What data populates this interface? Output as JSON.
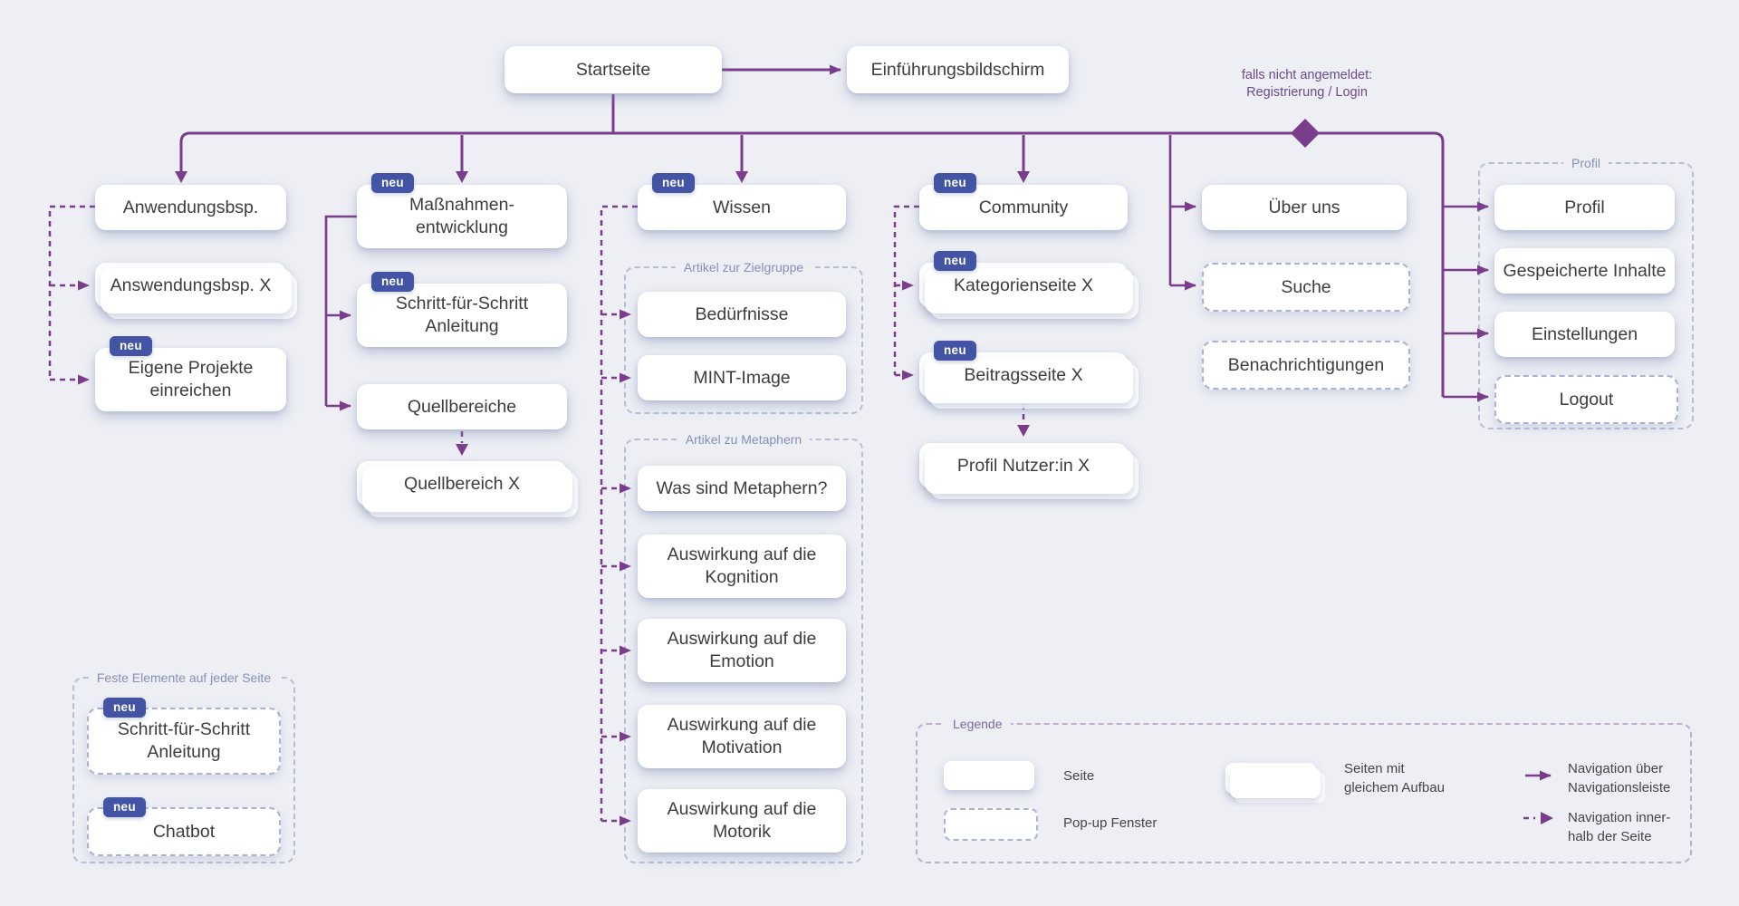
{
  "badge": "neu",
  "annotation": "falls nicht angemeldet:\nRegistrierung / Login",
  "nodes": {
    "startseite": "Startseite",
    "einfuehrungsbildschirm": "Einführungsbildschirm",
    "anwendungsbsp": "Anwendungsbsp.",
    "answendungsbsp_x": "Answendungsbsp. X",
    "eigene_projekte": "Eigene Projekte\neinreichen",
    "massnahmenentwicklung": "Maßnahmen-\nentwicklung",
    "schritt_fuer_schritt": "Schritt-für-Schritt\nAnleitung",
    "quellbereiche": "Quellbereiche",
    "quellbereich_x": "Quellbereich X",
    "wissen": "Wissen",
    "beduerfnisse": "Bedürfnisse",
    "mint_image": "MINT-Image",
    "was_sind_metaphern": "Was sind Metaphern?",
    "kognition": "Auswirkung auf die\nKognition",
    "emotion": "Auswirkung auf die\nEmotion",
    "motivation": "Auswirkung auf die\nMotivation",
    "motorik": "Auswirkung auf die\nMotorik",
    "community": "Community",
    "kategorienseite_x": "Kategorienseite X",
    "beitragsseite_x": "Beitragsseite X",
    "profil_nutzer_x": "Profil Nutzer:in X",
    "ueber_uns": "Über uns",
    "suche": "Suche",
    "benachrichtigungen": "Benachrichtigungen",
    "profil": "Profil",
    "gespeicherte_inhalte": "Gespeicherte Inhalte",
    "einstellungen": "Einstellungen",
    "logout": "Logout",
    "schritt_fuer_schritt_fest": "Schritt-für-Schritt\nAnleitung",
    "chatbot": "Chatbot"
  },
  "groups": {
    "zielgruppe": "Artikel zur Zielgruppe",
    "metaphern": "Artikel zu Metaphern",
    "profil_gruppe": "Profil",
    "feste_elemente": "Feste Elemente auf jeder Seite",
    "legende": "Legende"
  },
  "legend": {
    "seite": "Seite",
    "popup_fenster": "Pop-up Fenster",
    "gleicher_aufbau": "Seiten mit\ngleichem Aufbau",
    "nav_leiste": "Navigation über\nNavigationsleiste",
    "nav_seite": "Navigation inner-\nhalb der Seite"
  },
  "colors": {
    "background": "#edeff5",
    "accent_purple": "#7a3d8c",
    "badge_blue": "#4254a3",
    "group_border": "#b6bed7",
    "legend_border": "#bfaccf",
    "node_text": "#3d3d3d"
  }
}
